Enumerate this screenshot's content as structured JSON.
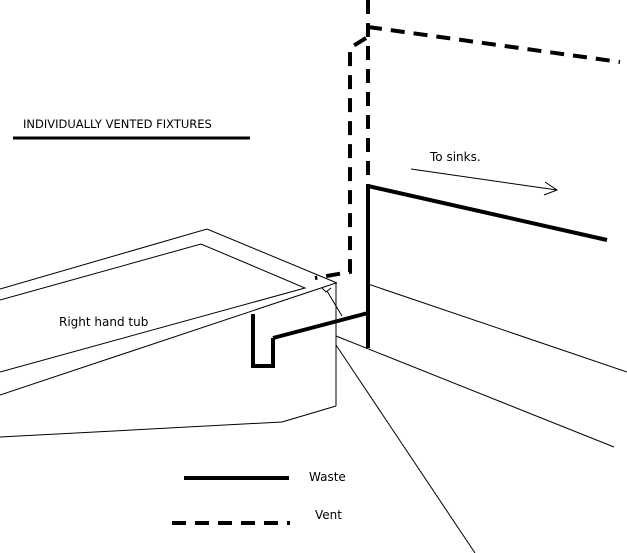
{
  "title": "INDIVIDUALLY VENTED FIXTURES",
  "labels": {
    "to_sinks": "To sinks.",
    "right_hand_tub": "Right hand tub"
  },
  "legend": {
    "waste_label": "Waste",
    "vent_label": "Vent"
  },
  "colors": {
    "line": "#000000",
    "background": "#ffffff"
  }
}
